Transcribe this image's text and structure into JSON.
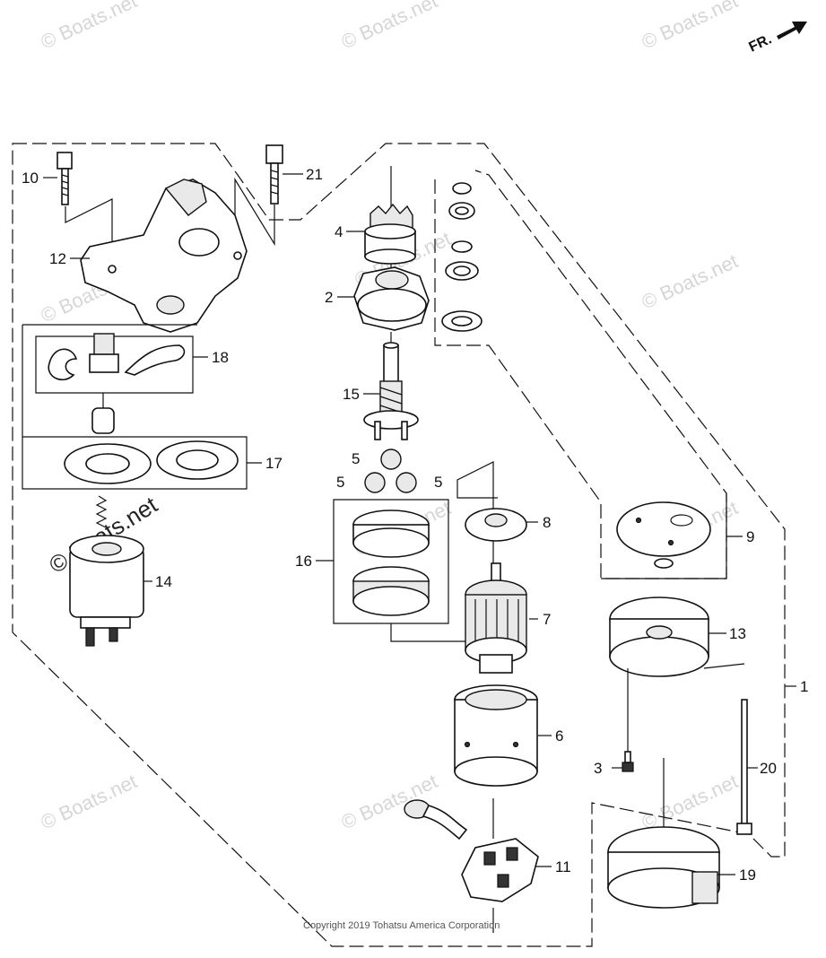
{
  "orientation_label": "FR.",
  "watermark_text": "© Boats.net",
  "copyright": "Copyright 2019 Tohatsu America Corporation",
  "callouts": {
    "c1": "1",
    "c2": "2",
    "c3": "3",
    "c4": "4",
    "c5a": "5",
    "c5b": "5",
    "c5c": "5",
    "c6": "6",
    "c7": "7",
    "c8": "8",
    "c9": "9",
    "c10": "10",
    "c11": "11",
    "c12": "12",
    "c13": "13",
    "c14": "14",
    "c15": "15",
    "c16": "16",
    "c17": "17",
    "c18": "18",
    "c19": "19",
    "c20": "20",
    "c21": "21"
  }
}
